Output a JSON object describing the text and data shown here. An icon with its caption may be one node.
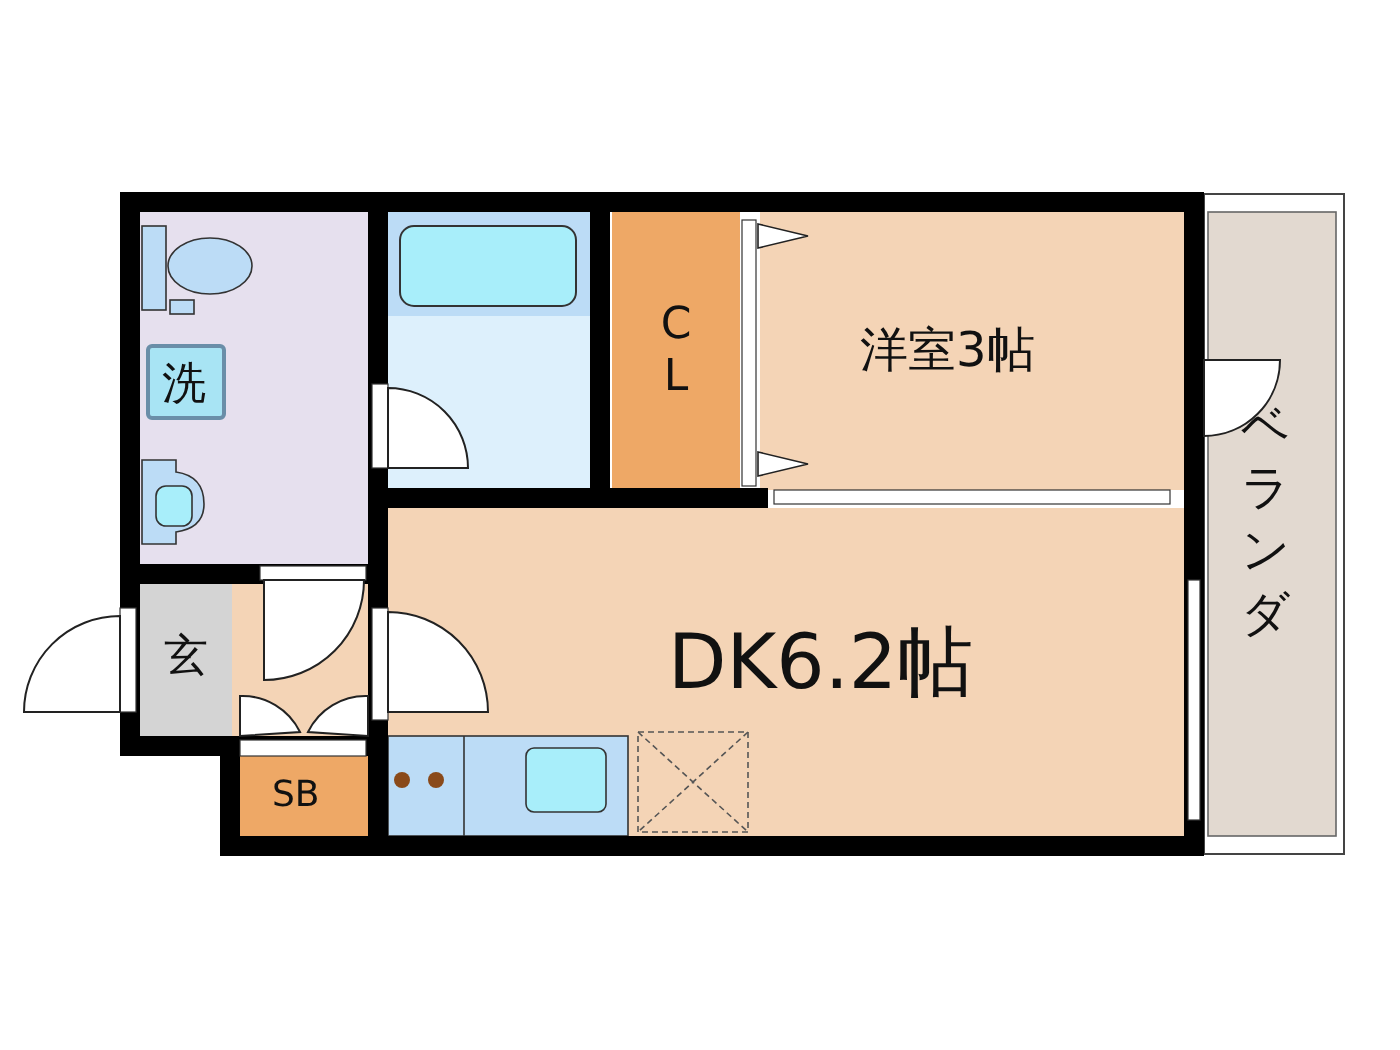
{
  "diagram": {
    "nodes": [
      {
        "text": [
          "洗"
        ]
      },
      {
        "text": [
          "玄"
        ]
      },
      {
        "text": [
          "C L"
        ]
      },
      {
        "text": [
          "洋室3帖"
        ]
      },
      {
        "text": [
          "DK6.2帖"
        ]
      },
      {
        "text": [
          "SB"
        ]
      },
      {
        "text": [
          "ベランダ"
        ]
      }
    ]
  }
}
